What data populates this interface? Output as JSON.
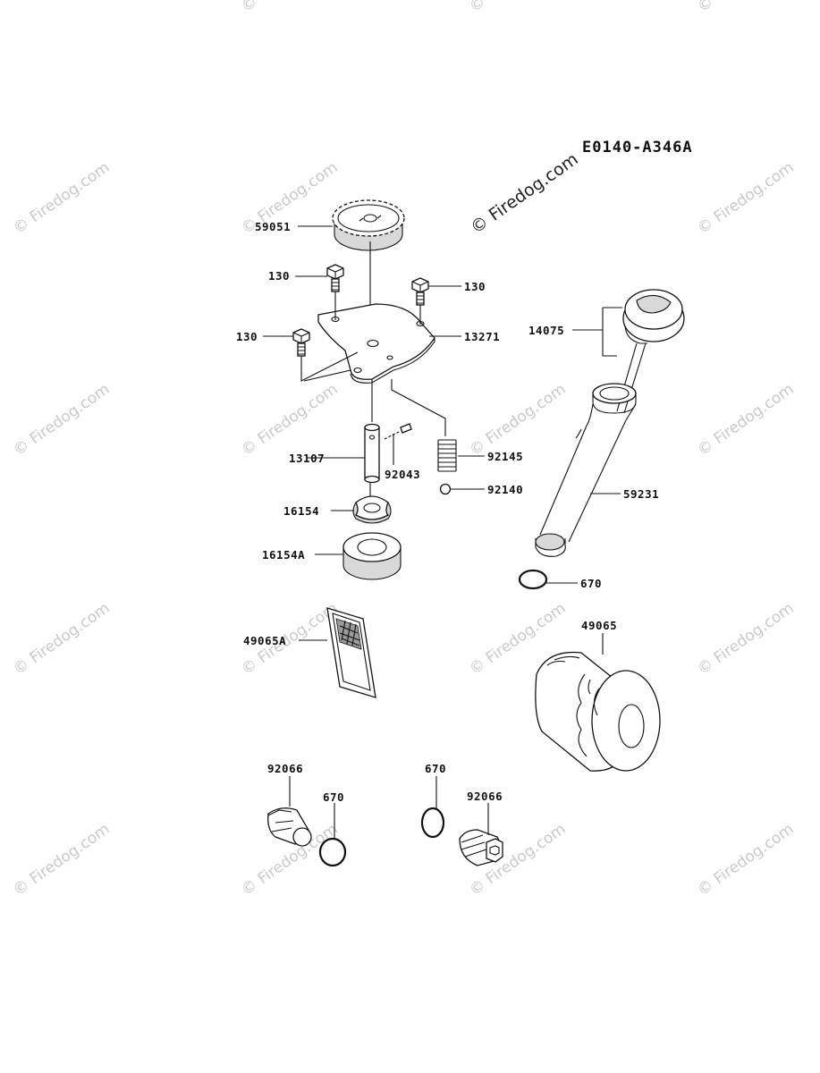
{
  "diagram": {
    "code": "E0140-A346A",
    "watermark_main": "© Firedog.com",
    "watermark_tile": "© Firedog.com",
    "labels": {
      "gear": "59051",
      "bolt_left_top": "130",
      "bolt_right_top": "130",
      "bolt_left_mid": "130",
      "cover_plate": "13271",
      "shaft": "13107",
      "pin": "92043",
      "spring": "92145",
      "ball": "92140",
      "inner_rotor": "16154",
      "outer_rotor": "16154A",
      "screen_filter": "49065A",
      "dipstick": "14075",
      "dipstick_tube": "59231",
      "oring_tube": "670",
      "oil_filter": "49065",
      "plug_left": "92066",
      "oring_left": "670",
      "oring_right": "670",
      "plug_right": "92066"
    }
  }
}
